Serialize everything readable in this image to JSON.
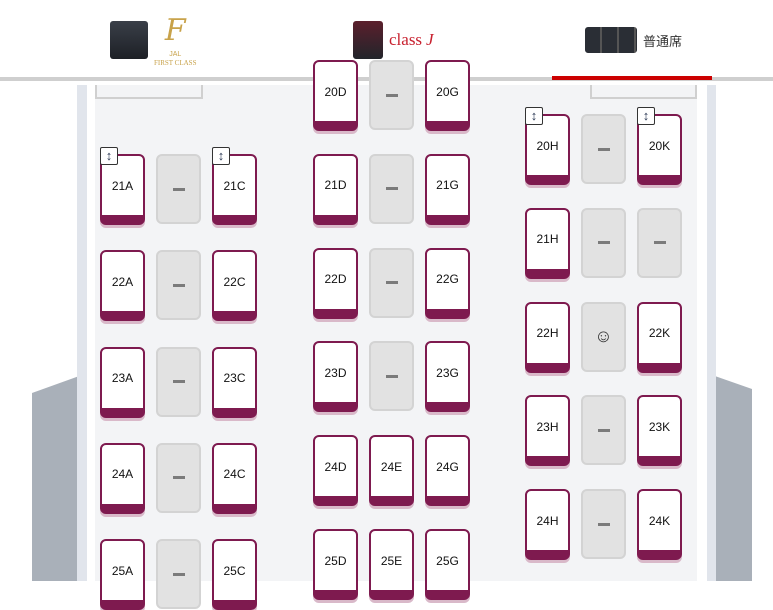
{
  "tabs": [
    {
      "id": "first",
      "logo_letter": "F",
      "logo_small": "JAL",
      "logo_text": "FIRST CLASS"
    },
    {
      "id": "classj",
      "label": "class",
      "label_suffix": "J"
    },
    {
      "id": "economy",
      "label": "普通席",
      "active": true
    }
  ],
  "colors": {
    "accent": "#cc0000",
    "seat": "#7e1a4f",
    "wing": "#a9b0b9"
  },
  "sections": {
    "left": {
      "rows": [
        {
          "row": "21",
          "seats": [
            "21A",
            null,
            "21C"
          ],
          "recline": [
            true,
            false,
            true
          ]
        },
        {
          "row": "22",
          "seats": [
            "22A",
            null,
            "22C"
          ]
        },
        {
          "row": "23",
          "seats": [
            "23A",
            null,
            "23C"
          ]
        },
        {
          "row": "24",
          "seats": [
            "24A",
            null,
            "24C"
          ]
        },
        {
          "row": "25",
          "seats": [
            "25A",
            null,
            "25C"
          ]
        }
      ]
    },
    "middle": {
      "rows": [
        {
          "row": "20",
          "seats": [
            "20D",
            null,
            "20G"
          ]
        },
        {
          "row": "21",
          "seats": [
            "21D",
            null,
            "21G"
          ]
        },
        {
          "row": "22",
          "seats": [
            "22D",
            null,
            "22G"
          ]
        },
        {
          "row": "23",
          "seats": [
            "23D",
            null,
            "23G"
          ]
        },
        {
          "row": "24",
          "seats": [
            "24D",
            "24E",
            "24G"
          ]
        },
        {
          "row": "25",
          "seats": [
            "25D",
            "25E",
            "25G"
          ]
        }
      ]
    },
    "right": {
      "rows": [
        {
          "row": "20",
          "seats": [
            "20H",
            null,
            "20K"
          ],
          "recline": [
            true,
            false,
            true
          ]
        },
        {
          "row": "21",
          "seats": [
            "21H",
            null,
            null
          ]
        },
        {
          "row": "22",
          "seats": [
            "22H",
            "baby",
            "22K"
          ]
        },
        {
          "row": "23",
          "seats": [
            "23H",
            null,
            "23K"
          ]
        },
        {
          "row": "24",
          "seats": [
            "24H",
            null,
            "24K"
          ]
        }
      ]
    }
  },
  "icons": {
    "recline": "↕",
    "baby": "☺"
  }
}
